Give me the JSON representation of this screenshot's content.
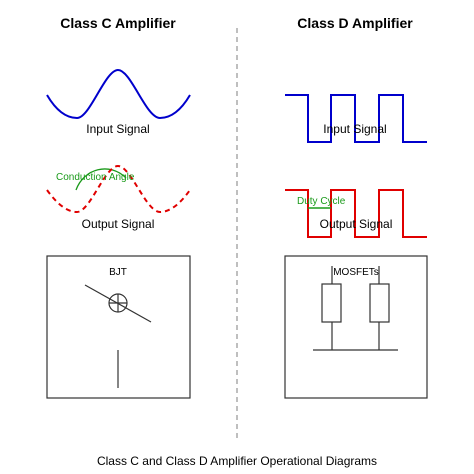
{
  "class_c": {
    "title": "Class C Amplifier",
    "input_label": "Input Signal",
    "output_label": "Output Signal",
    "conduction_label": "Conduction Angle",
    "device_label": "BJT"
  },
  "class_d": {
    "title": "Class D Amplifier",
    "input_label": "Input Signal",
    "output_label": "Output Signal",
    "duty_label": "Duty Cycle",
    "device_label": "MOSFETs"
  },
  "caption": "Class C and Class D Amplifier Operational Diagrams",
  "colors": {
    "input": "#0000cc",
    "output": "#e00000",
    "annotation": "#1a9a1a",
    "divider": "#aaaaaa",
    "stroke": "#333333"
  }
}
